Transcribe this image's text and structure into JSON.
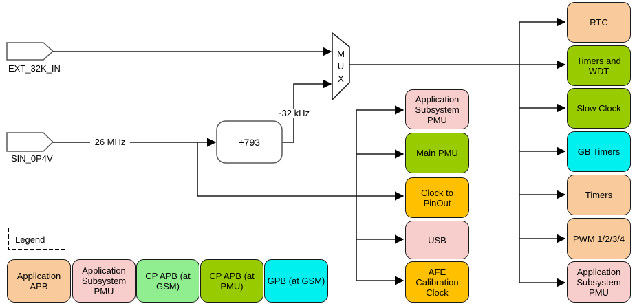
{
  "diagram": {
    "inputs": [
      {
        "label": "EXT_32K_IN"
      },
      {
        "label": "SIN_0P4V"
      }
    ],
    "wire_labels": {
      "freq_26mhz": "26 MHz",
      "freq_32khz": "~32 kHz"
    },
    "divider": {
      "label": "÷793"
    },
    "mux": {
      "label": "MUX"
    },
    "middle_column": [
      {
        "label": "Application Subsystem PMU",
        "color": "#F8CECC"
      },
      {
        "label": "Main PMU",
        "color": "#99CC00"
      },
      {
        "label": "Clock to PinOut",
        "color": "#FFC000"
      },
      {
        "label": "USB",
        "color": "#F8CECC"
      },
      {
        "label": "AFE Calibration Clock",
        "color": "#FFC000"
      }
    ],
    "right_column": [
      {
        "label": "RTC",
        "color": "#F9CB9C"
      },
      {
        "label": "Timers and WDT",
        "color": "#99CC00"
      },
      {
        "label": "Slow Clock",
        "color": "#99CC00"
      },
      {
        "label": "GB Timers",
        "color": "#00F0F0"
      },
      {
        "label": "Timers",
        "color": "#F9CB9C"
      },
      {
        "label": "PWM 1/2/3/4",
        "color": "#F9CB9C"
      },
      {
        "label": "Application Subsystem PMU",
        "color": "#F8CECC"
      }
    ]
  },
  "legend": {
    "title": "Legend",
    "items": [
      {
        "label": "Application APB",
        "color": "#F9CB9C"
      },
      {
        "label": "Application Subsystem PMU",
        "color": "#F8CECC"
      },
      {
        "label": "CP APB (at GSM)",
        "color": "#90EE90"
      },
      {
        "label": "CP APB (at PMU)",
        "color": "#99CC00"
      },
      {
        "label": "GPB (at GSM)",
        "color": "#00F0F0"
      }
    ]
  }
}
